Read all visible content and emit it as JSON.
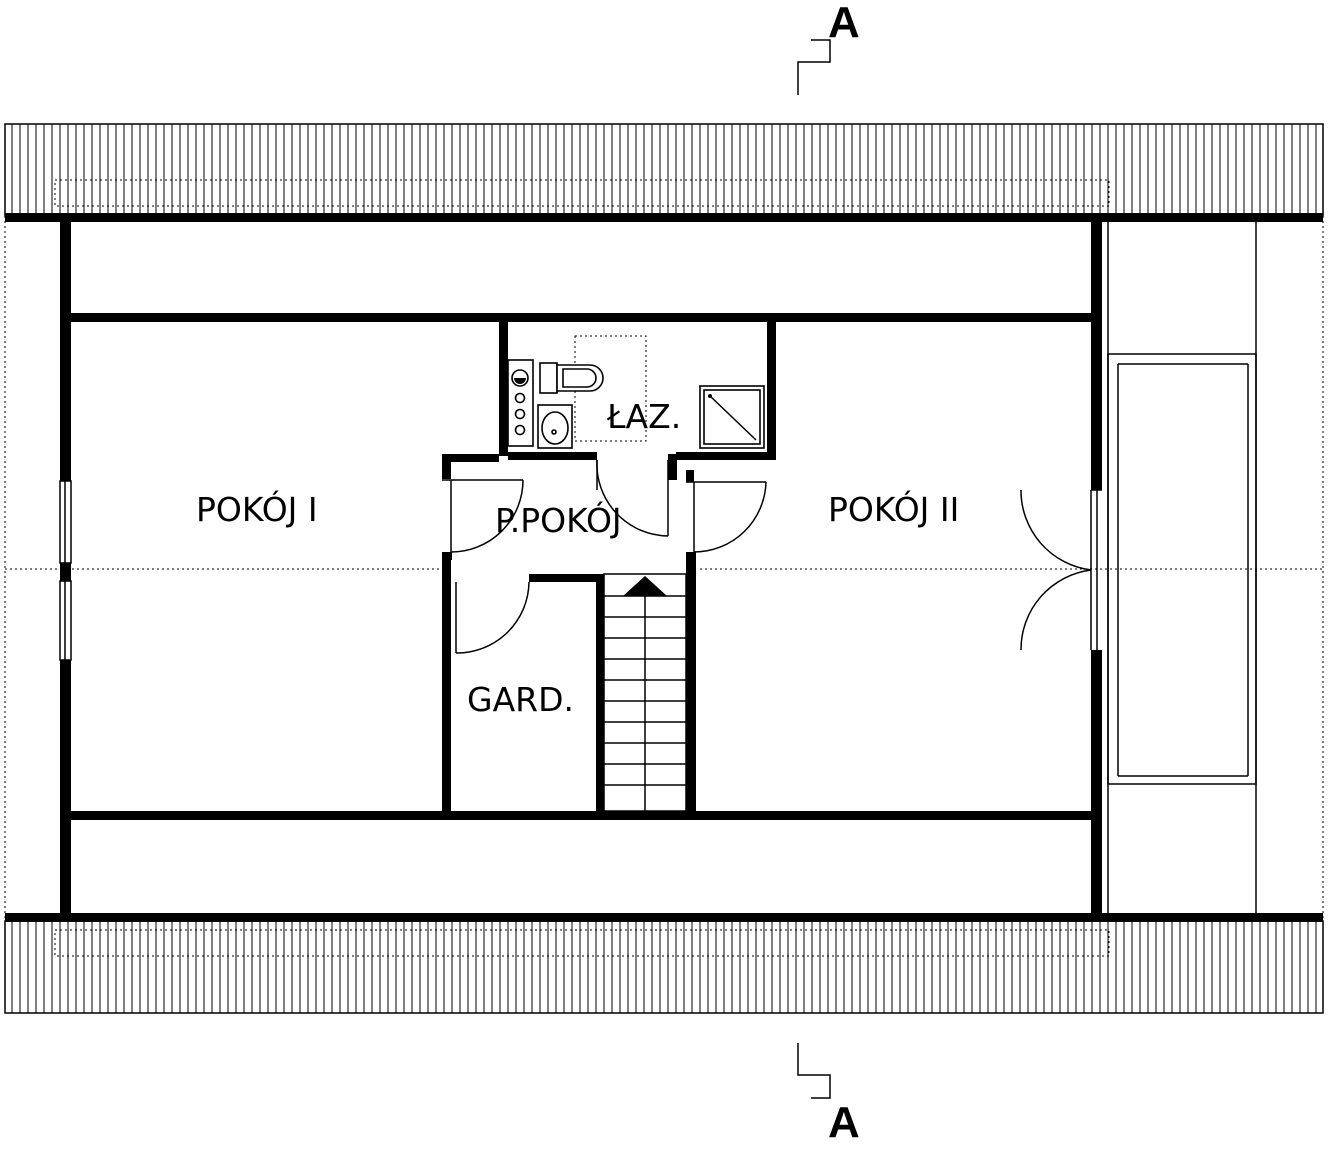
{
  "section_marker": {
    "top": "A",
    "bottom": "A"
  },
  "rooms": {
    "room_1": "POKÓJ I",
    "room_2": "POKÓJ II",
    "bathroom": "ŁAZ.",
    "hall": "P.POKÓJ",
    "wardrobe": "GARD."
  },
  "colors": {
    "line": "#000000",
    "background": "#ffffff"
  }
}
